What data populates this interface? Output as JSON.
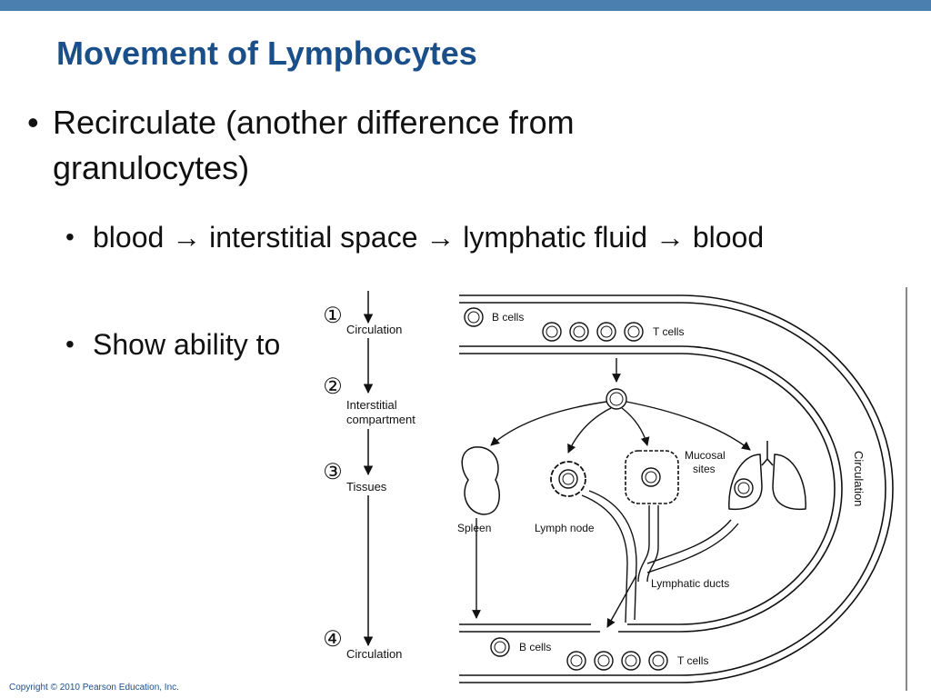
{
  "slide": {
    "title": "Movement of Lymphocytes",
    "bullet1": "Recirculate (another difference from granulocytes)",
    "bullet2": "blood → interstitial space → lymphatic fluid → blood",
    "bullet3": "Show ability to",
    "bullet_symbol": "•",
    "copyright": "Copyright © 2010 Pearson Education, Inc."
  },
  "figure": {
    "step_numbers": [
      "①",
      "②",
      "③",
      "④"
    ],
    "step_labels": {
      "circulation_top": "Circulation",
      "interstitial_line1": "Interstitial",
      "interstitial_line2": "compartment",
      "tissues": "Tissues",
      "circulation_bottom": "Circulation"
    },
    "b_cells": "B cells",
    "t_cells": "T cells",
    "spleen": "Spleen",
    "lymph_node": "Lymph node",
    "mucosal_line1": "Mucosal",
    "mucosal_line2": "sites",
    "lymphatic_ducts": "Lymphatic ducts",
    "circulation_side": "Circulation"
  },
  "colors": {
    "title": "#1a4f8a",
    "top_bar": "#4a7faf",
    "ink": "#111111"
  }
}
